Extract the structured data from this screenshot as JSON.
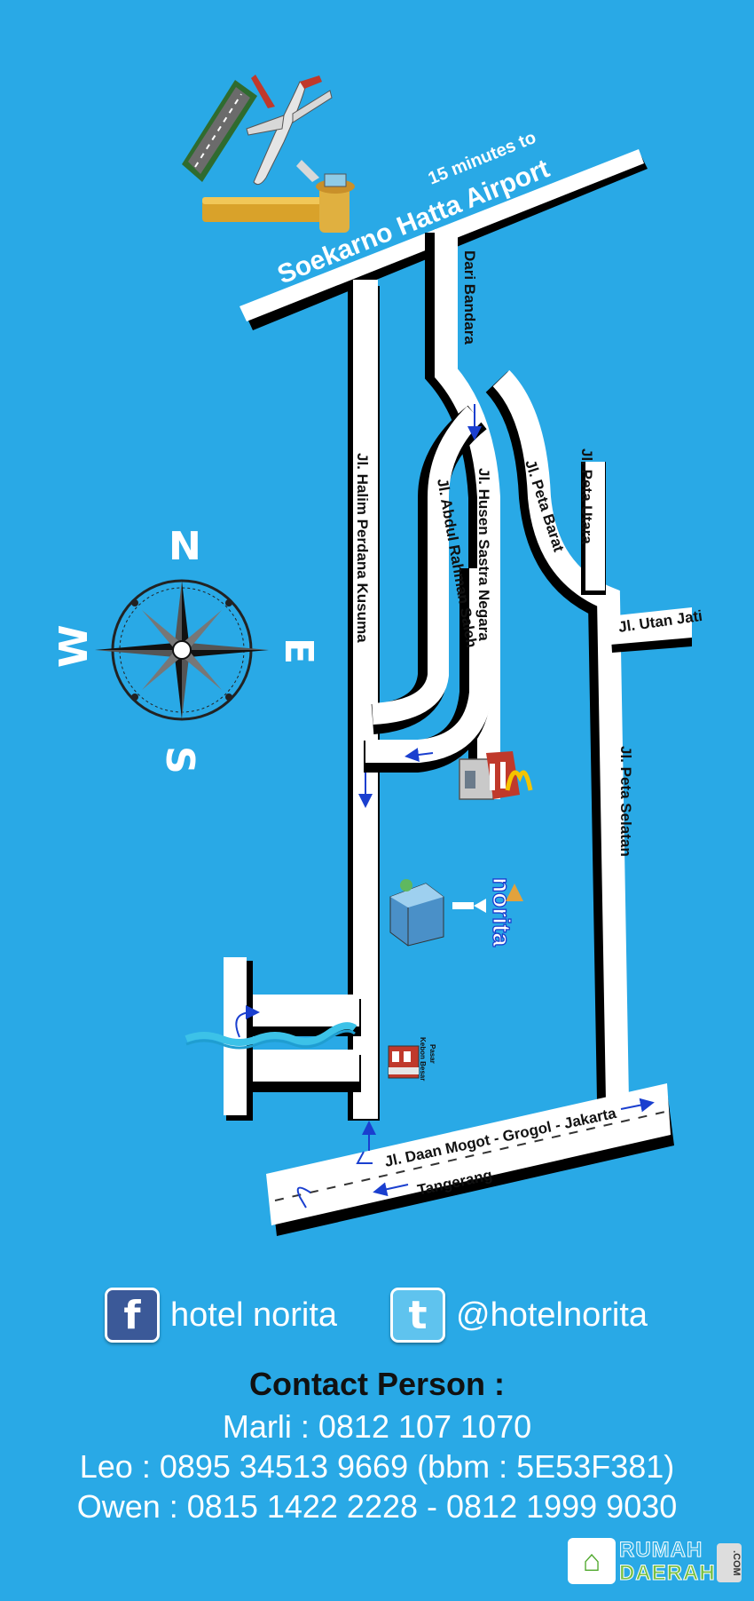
{
  "map": {
    "airport_top": "15 minutes to",
    "airport_name": "Soekarno Hatta Airport",
    "roads": {
      "dari_bandara": "Dari Bandara",
      "halim": "Jl. Halim Perdana Kusuma",
      "abdul": "Jl. Abdul Rahman Saleh",
      "husen": "Jl. Husen Sastra Negara",
      "peta_barat": "Jl. Peta Barat",
      "peta_utara": "Jl. Peta Utara",
      "utan_jati": "Jl. Utan Jati",
      "peta_selatan": "Jl. Peta Selatan",
      "daan_mogot": "Jl. Daan Mogot - Grogol - Jakarta",
      "tangerang": "Tangerang"
    },
    "compass": {
      "n": "N",
      "s": "S",
      "e": "E",
      "w": "W"
    },
    "landmarks": {
      "hotel_logo": "norita",
      "pasar": "Pasar",
      "kebon_besar": "Kebon Besar"
    },
    "icons": [
      "airplane-icon",
      "control-tower-icon",
      "runway-icon",
      "compass-rose-icon",
      "restaurant-icon",
      "hotel-building-icon",
      "market-icon",
      "arrow-icon"
    ]
  },
  "social": {
    "facebook_icon": "f",
    "facebook": "hotel norita",
    "twitter_icon": "t",
    "twitter": "@hotelnorita"
  },
  "contact": {
    "title": "Contact Person :",
    "lines": [
      "Marli : 0812 107 1070",
      "Leo : 0895 34513 9669 (bbm : 5E53F381)",
      "Owen : 0815 1422 2228 - 0812 1999 9030"
    ]
  },
  "watermark": {
    "line1": "RUMAH",
    "line2": "DAERAH",
    "suffix": ".COM"
  },
  "colors": {
    "background": "#29a9e6",
    "road": "#ffffff",
    "road_edge": "#000000",
    "arrow": "#1a3fcf"
  }
}
